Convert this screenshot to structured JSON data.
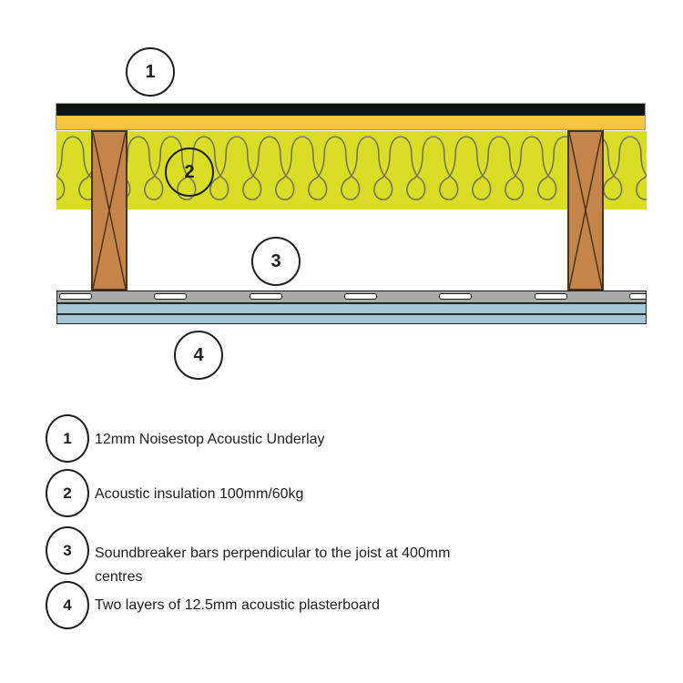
{
  "diagram": {
    "callouts": [
      {
        "number": "1"
      },
      {
        "number": "2"
      },
      {
        "number": "3"
      },
      {
        "number": "4"
      }
    ],
    "soundbreaker": {
      "slot_count": 7,
      "slot_spacing": 104.3,
      "slot_start": 2
    },
    "joist_count": 2,
    "insulation_repeat_count": 18
  },
  "legend": {
    "items": [
      {
        "number": "1",
        "label": "12mm Noisestop Acoustic Underlay"
      },
      {
        "number": "2",
        "label": "Acoustic insulation 100mm/60kg"
      },
      {
        "number": "3",
        "label": "Soundbreaker bars perpendicular to the joist at 400mm centres"
      },
      {
        "number": "4",
        "label": "Two layers of 12.5mm acoustic plasterboard"
      }
    ]
  },
  "colors": {
    "underlay": "#101210",
    "floorboard": "#f6c544",
    "insulation": "#d9dd26",
    "insulation_line": "#75755a",
    "joist": "#c5854a",
    "bar": "#a9a9a9",
    "plasterboard": "#a4c6d5"
  }
}
